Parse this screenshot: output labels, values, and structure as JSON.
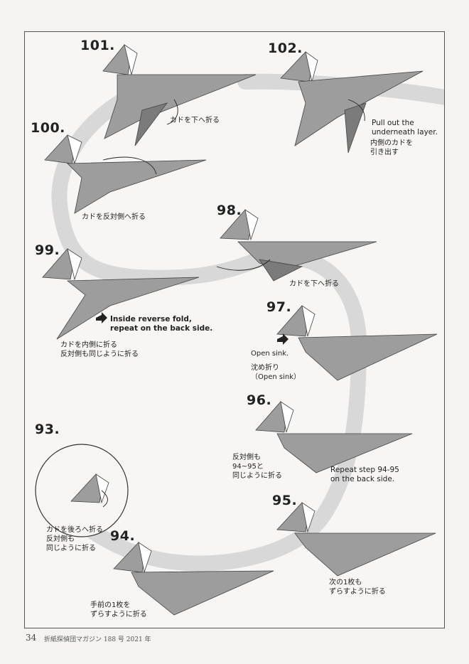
{
  "steps": {
    "s93": {
      "num": "93.",
      "ja": "カドを後ろへ折る\n反対側も\n同じように折る"
    },
    "s94": {
      "num": "94.",
      "ja": "手前の1枚を\nずらすように折る"
    },
    "s95": {
      "num": "95.",
      "ja": "次の1枚も\nずらすように折る"
    },
    "s96": {
      "num": "96.",
      "ja": "反対側も\n94~95と\n同じように折る",
      "en": "Repeat step 94-95\non the back side."
    },
    "s97": {
      "num": "97.",
      "en": "Open sink.",
      "ja": "沈め折り\n（Open sink）"
    },
    "s98": {
      "num": "98.",
      "ja": "カドを下へ折る"
    },
    "s99": {
      "num": "99.",
      "en": "Inside reverse fold,\nrepeat on the back side.",
      "ja": "カドを内側に折る\n反対側も同じように折る"
    },
    "s100": {
      "num": "100.",
      "ja": "カドを反対側へ折る"
    },
    "s101": {
      "num": "101.",
      "ja": "カドを下へ折る"
    },
    "s102": {
      "num": "102.",
      "en": "Pull out the\nunderneath layer.",
      "ja": "内側のカドを\n引き出す"
    }
  },
  "footer": {
    "page_number": "34",
    "magazine": "折紙探偵団マガジン 188 号 2021 年"
  },
  "colors": {
    "paper_fill": "#9d9d9d",
    "paper_dark": "#7b7b7b",
    "band": "#d8d8d8",
    "frame": "#555555"
  }
}
